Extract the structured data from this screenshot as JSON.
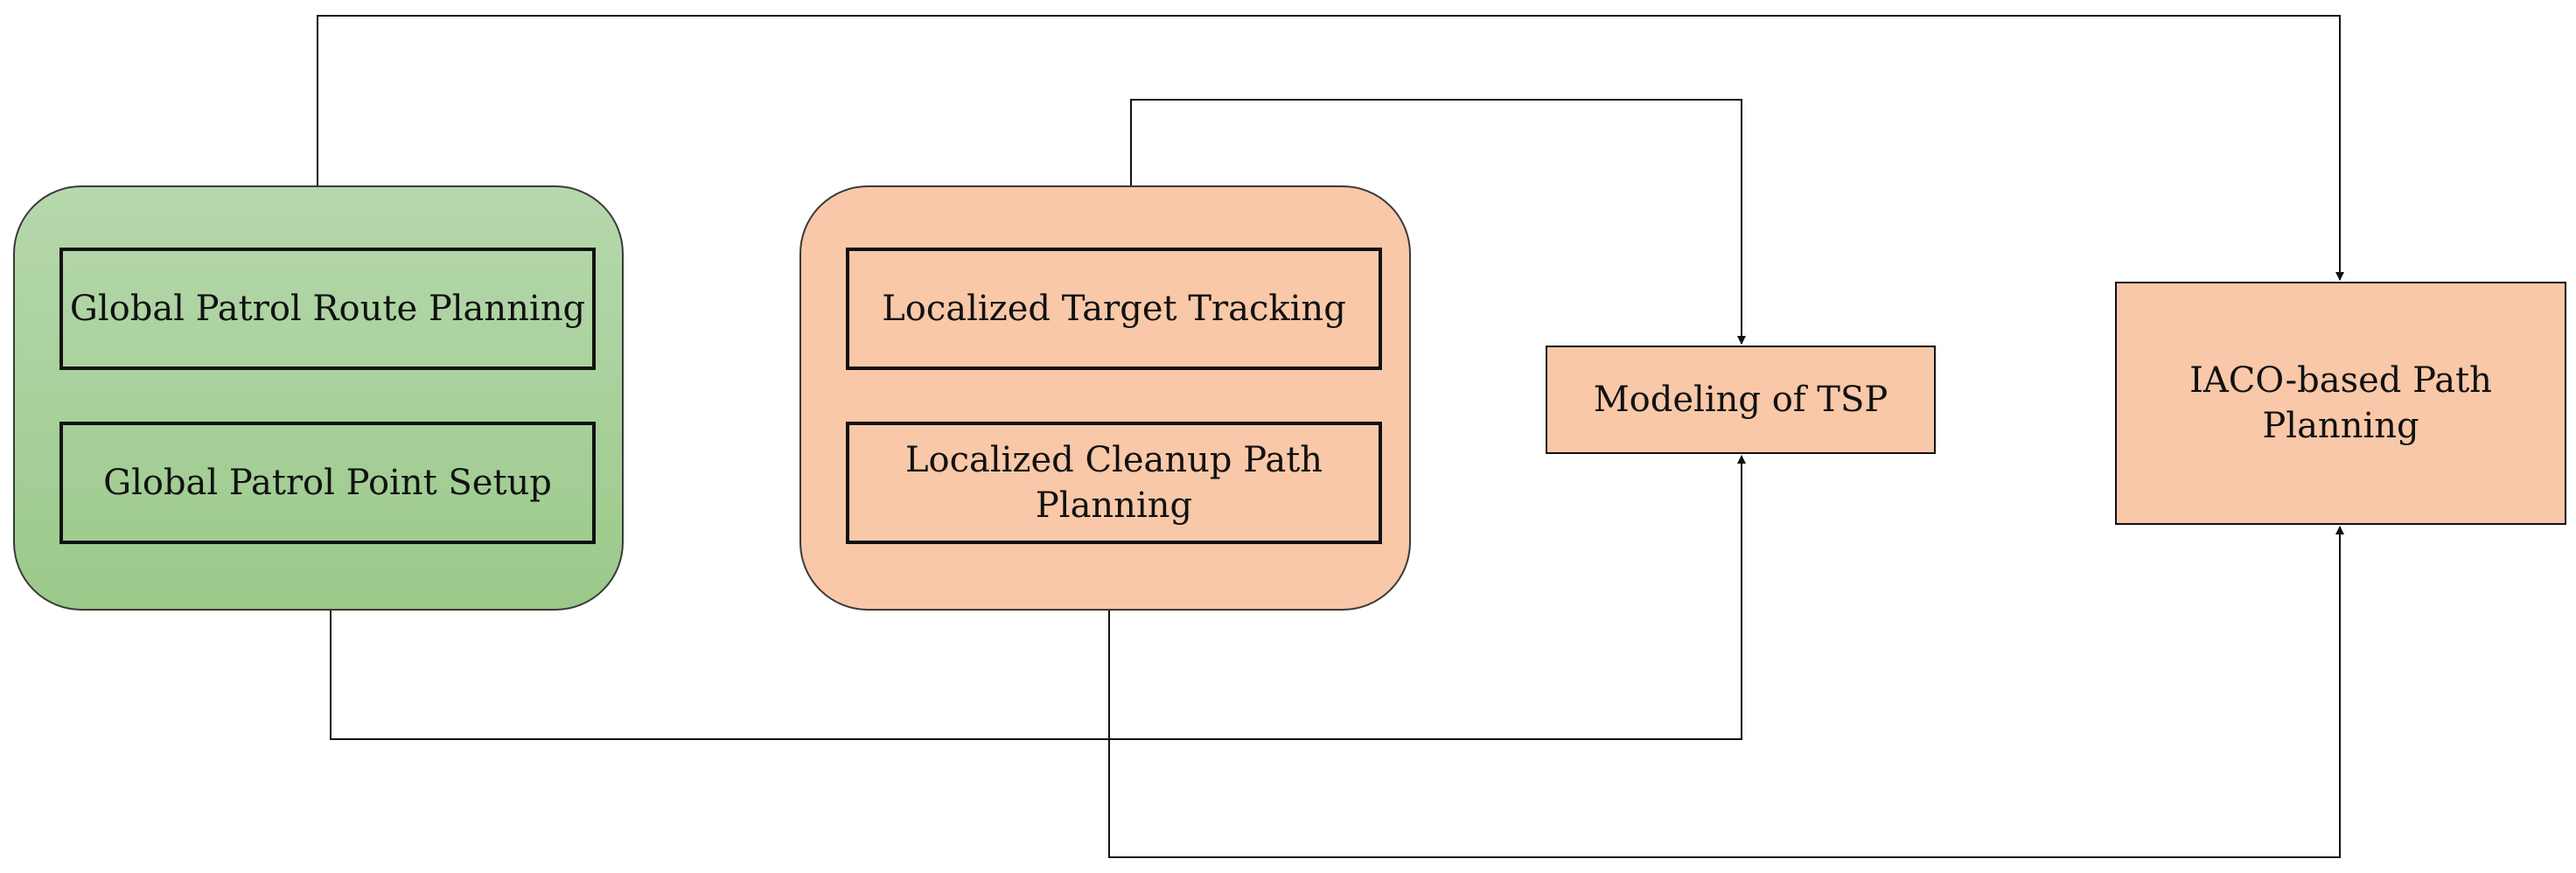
{
  "diagram": {
    "nodes": {
      "global_patrol_route_planning": "Global Patrol Route Planning",
      "global_patrol_point_setup": "Global Patrol Point Setup",
      "localized_target_tracking": "Localized Target Tracking",
      "localized_cleanup_path_planning": "Localized Cleanup Path\nPlanning",
      "modeling_of_tsp": "Modeling of TSP",
      "iaco_based_path_planning": "IACO-based Path\nPlanning"
    },
    "edges": [
      {
        "from": "global_patrol_route_planning",
        "to": "iaco_based_path_planning"
      },
      {
        "from": "localized_target_tracking",
        "to": "modeling_of_tsp"
      },
      {
        "from": "global_patrol_point_setup",
        "to": "modeling_of_tsp"
      },
      {
        "from": "localized_cleanup_path_planning",
        "to": "iaco_based_path_planning"
      }
    ],
    "colors": {
      "global_group_top": "#b6d8ad",
      "global_group_bottom": "#9bc98a",
      "local_group": "#f8c8a8",
      "line": "#111111"
    }
  }
}
